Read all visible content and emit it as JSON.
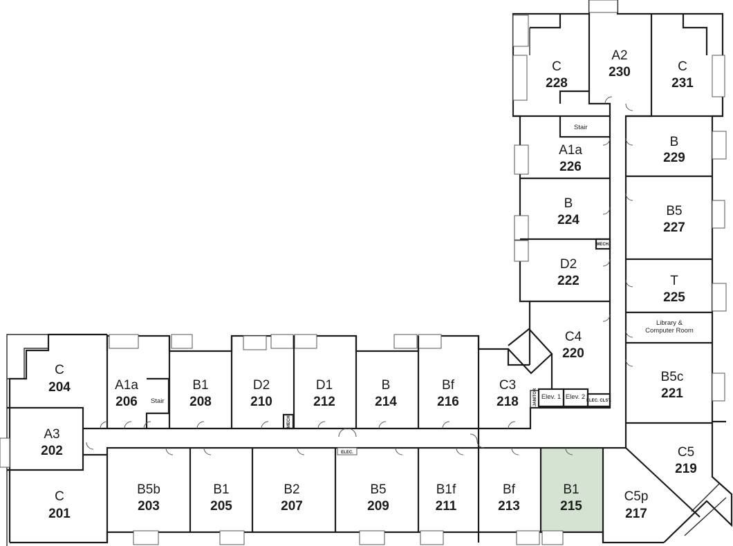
{
  "highlight_color": "#d5e3d3",
  "rooms": [
    {
      "type": "C",
      "number": "204"
    },
    {
      "type": "A1a",
      "number": "206"
    },
    {
      "type": "B1",
      "number": "208"
    },
    {
      "type": "D2",
      "number": "210"
    },
    {
      "type": "D1",
      "number": "212"
    },
    {
      "type": "B",
      "number": "214"
    },
    {
      "type": "Bf",
      "number": "216"
    },
    {
      "type": "C3",
      "number": "218"
    },
    {
      "type": "A3",
      "number": "202"
    },
    {
      "type": "C",
      "number": "201"
    },
    {
      "type": "B5b",
      "number": "203"
    },
    {
      "type": "B1",
      "number": "205"
    },
    {
      "type": "B2",
      "number": "207"
    },
    {
      "type": "B5",
      "number": "209"
    },
    {
      "type": "B1f",
      "number": "211"
    },
    {
      "type": "Bf",
      "number": "213"
    },
    {
      "type": "B1",
      "number": "215",
      "highlighted": true
    },
    {
      "type": "C5p",
      "number": "217"
    },
    {
      "type": "C5",
      "number": "219"
    },
    {
      "type": "B5c",
      "number": "221"
    },
    {
      "type": "C4",
      "number": "220"
    },
    {
      "type": "D2",
      "number": "222"
    },
    {
      "type": "B",
      "number": "224"
    },
    {
      "type": "A1a",
      "number": "226"
    },
    {
      "type": "T",
      "number": "225"
    },
    {
      "type": "B5",
      "number": "227"
    },
    {
      "type": "B",
      "number": "229"
    },
    {
      "type": "C",
      "number": "228"
    },
    {
      "type": "A2",
      "number": "230"
    },
    {
      "type": "C",
      "number": "231"
    }
  ],
  "labels": {
    "stair_206": "Stair",
    "stair_226": "Stair",
    "library_line1": "Library &",
    "library_line2": "Computer Room",
    "elev1": "Elev. 1",
    "elev2": "Elev. 2",
    "elec_clst": "ELEC. CLST.",
    "elec": "ELEC.",
    "mech_210": "MECH.",
    "mech_222": "MECH.",
    "janitor": "JANITOR"
  }
}
